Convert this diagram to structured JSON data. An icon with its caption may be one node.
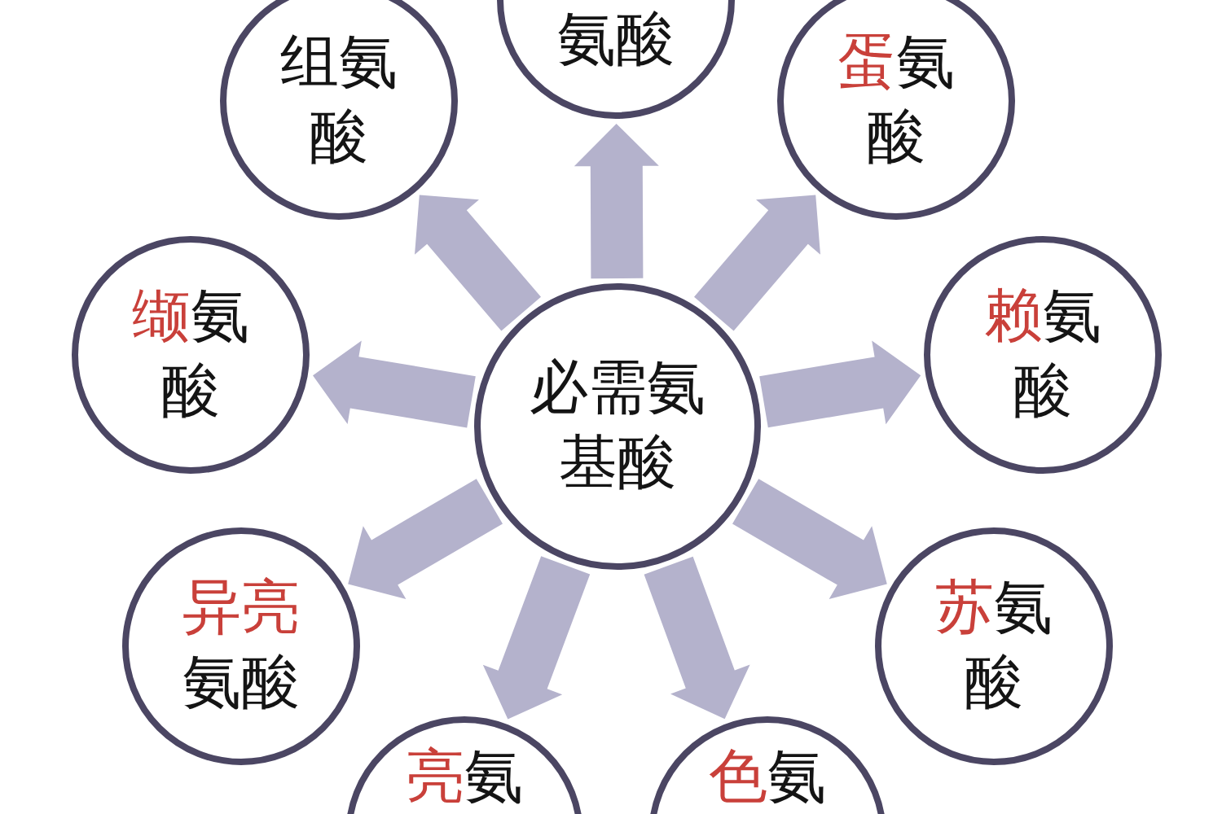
{
  "diagram": {
    "nodes": [
      {
        "text": [
          "必需氨基酸"
        ]
      },
      {
        "text": [
          "氨酸"
        ]
      },
      {
        "text": [
          "蛋氨酸"
        ]
      },
      {
        "text": [
          "赖氨酸"
        ]
      },
      {
        "text": [
          "苏氨酸"
        ]
      },
      {
        "text": [
          "色氨"
        ]
      },
      {
        "text": [
          "亮氨"
        ]
      },
      {
        "text": [
          "异亮氨酸"
        ]
      },
      {
        "text": [
          "缬氨酸"
        ]
      },
      {
        "text": [
          "组氨酸"
        ]
      }
    ],
    "edges": [
      {
        "from": 0,
        "to": 1,
        "arrow": "to"
      },
      {
        "from": 0,
        "to": 2,
        "arrow": "to"
      },
      {
        "from": 0,
        "to": 3,
        "arrow": "to"
      },
      {
        "from": 0,
        "to": 4,
        "arrow": "to"
      },
      {
        "from": 0,
        "to": 5,
        "arrow": "to"
      },
      {
        "from": 0,
        "to": 6,
        "arrow": "to"
      },
      {
        "from": 0,
        "to": 7,
        "arrow": "to"
      },
      {
        "from": 0,
        "to": 8,
        "arrow": "to"
      },
      {
        "from": 0,
        "to": 9,
        "arrow": "to"
      }
    ]
  }
}
